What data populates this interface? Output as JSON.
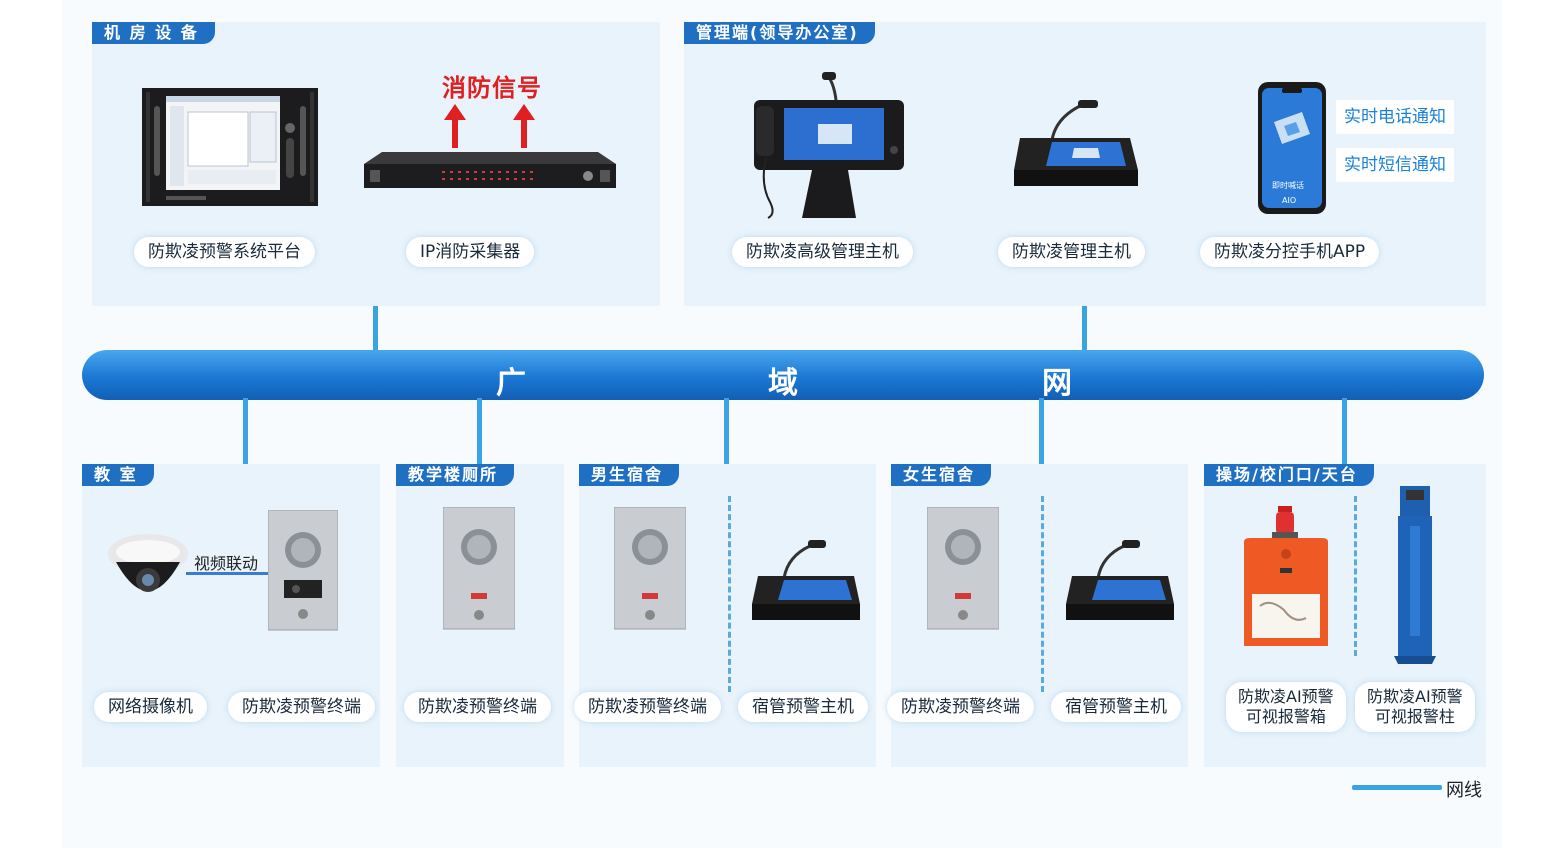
{
  "panels": {
    "server_room": {
      "tag": "机 房 设 备",
      "fire_signal": "消防信号",
      "items": [
        "防欺凌预警系统平台",
        "IP消防采集器"
      ]
    },
    "management": {
      "tag": "管理端(领导办公室)",
      "items": [
        "防欺凌高级管理主机",
        "防欺凌管理主机",
        "防欺凌分控手机APP"
      ],
      "notifications": [
        "实时电话通知",
        "实时短信通知"
      ]
    },
    "classroom": {
      "tag": "教 室",
      "video_link": "视频联动",
      "items": [
        "网络摄像机",
        "防欺凌预警终端"
      ]
    },
    "restroom": {
      "tag": "教学楼厕所",
      "items": [
        "防欺凌预警终端"
      ]
    },
    "male_dorm": {
      "tag": "男生宿舍",
      "items": [
        "防欺凌预警终端",
        "宿管预警主机"
      ]
    },
    "female_dorm": {
      "tag": "女生宿舍",
      "items": [
        "防欺凌预警终端",
        "宿管预警主机"
      ]
    },
    "outdoor": {
      "tag": "操场/校门口/天台",
      "items": [
        {
          "line1": "防欺凌AI预警",
          "line2": "可视报警箱"
        },
        {
          "line1": "防欺凌AI预警",
          "line2": "可视报警柱"
        }
      ]
    }
  },
  "wan": [
    "广",
    "域",
    "网"
  ],
  "legend": "网线",
  "phone_screen": {
    "line1": "即时喊话",
    "logo": "AIO"
  }
}
